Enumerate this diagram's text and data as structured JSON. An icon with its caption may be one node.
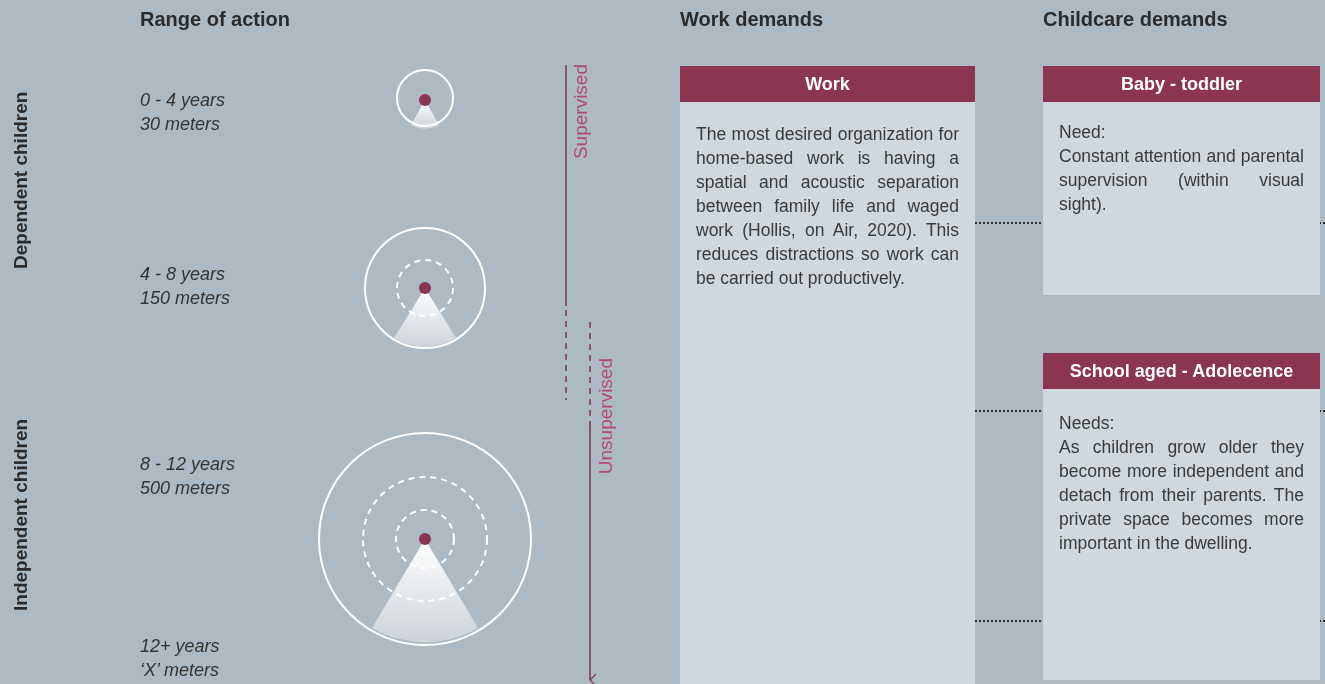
{
  "diagram": {
    "nodes": [
      {
        "text": [
          "Work",
          "The most desired organization for home-based work is having a spatial and acoustic separation between family life and waged work (Hollis, on Air, 2020). This reduces distractions so work can be carried out productively."
        ]
      },
      {
        "text": [
          "Baby - toddler",
          "Need:",
          "Constant attention and parental supervision (within visual sight)."
        ]
      },
      {
        "text": [
          "School aged - Adolecence",
          "Needs:",
          "As children grow older they become more independent and detach from their parents. The private space becomes more important in the dwelling."
        ]
      }
    ],
    "labels": [
      "Range of action",
      "Work demands",
      "Childcare demands",
      "Dependent children",
      "0 - 4 years",
      "30 meters",
      "Supervised",
      "4 - 8 years",
      "150 meters",
      "Independent children",
      "Unsupervised",
      "8 - 12 years",
      "500 meters",
      "12+ years",
      "‘X’ meters"
    ]
  }
}
